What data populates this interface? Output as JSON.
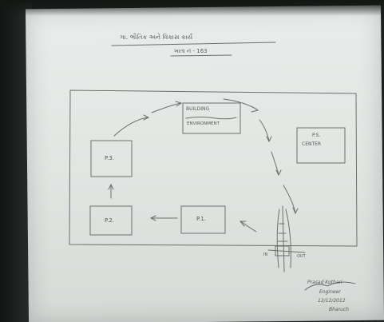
{
  "heading": {
    "title": "ગા. ભૌતિક અને વિકાસ કાર્ય",
    "subtitle": "ખાતા નં - 163"
  },
  "boxes": {
    "p1": "P.1.",
    "p2": "P.2.",
    "p3": "P.3.",
    "building": "BUILDING",
    "environment": "ENVIRONMENT",
    "center_label": "P.S.",
    "center_sub": "CENTER"
  },
  "signature": {
    "name": "Prasad Kothari",
    "line1": "Engineer",
    "line2": "12/12/2012",
    "line3": "Bharuch"
  },
  "gate_labels": {
    "left": "IN",
    "right": "OUT"
  }
}
